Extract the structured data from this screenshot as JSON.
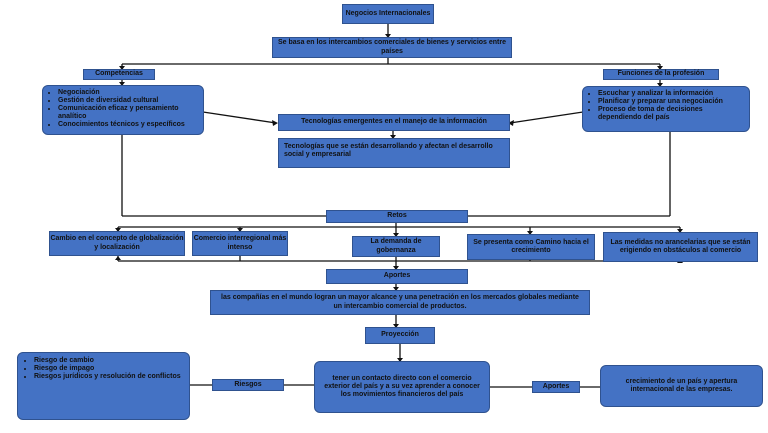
{
  "root": "Negocios Internacionales",
  "basis": "Se basa en los intercambios comerciales de bienes y servicios entre países",
  "competencias": {
    "label": "Competencias",
    "items": [
      "Negociación",
      "Gestión de diversidad cultural",
      "Comunicación eficaz y pensamiento analítico",
      "Conocimientos técnicos y específicos"
    ]
  },
  "funciones": {
    "label": "Funciones de la profesión",
    "items": [
      "Escuchar y analizar la información",
      "Planificar y preparar una negociación",
      "Proceso de toma de decisiones dependiendo del país"
    ]
  },
  "tecnologias": {
    "label": "Tecnologías emergentes en el manejo de la información",
    "desc": "Tecnologías que se están desarrollando y afectan el desarrollo social y empresarial"
  },
  "retos": {
    "label": "Retos",
    "items": [
      "Cambio en el concepto de globalización y localización",
      "Comercio interregional más intenso",
      "La demanda de gobernanza",
      "Se presenta como Camino hacia el crecimiento",
      "Las medidas no arancelarias que se están erigiendo en obstáculos al comercio"
    ]
  },
  "aportes": {
    "label": "Aportes",
    "desc": "las compañías en el mundo logran un mayor alcance y una penetración en los mercados globales mediante un intercambio comercial de productos."
  },
  "proyeccion": {
    "label": "Proyección",
    "desc": "tener un contacto directo con el comercio exterior del país y a su vez aprender a conocer los movimientos financieros del país"
  },
  "riesgos": {
    "label": "Riesgos",
    "items": [
      "Riesgo de cambio",
      "Riesgo de impago",
      "Riesgos jurídicos y resolución de conflictos"
    ]
  },
  "aportes2": {
    "label": "Aportes",
    "desc": "crecimiento de un país y apertura internacional de las empresas."
  }
}
